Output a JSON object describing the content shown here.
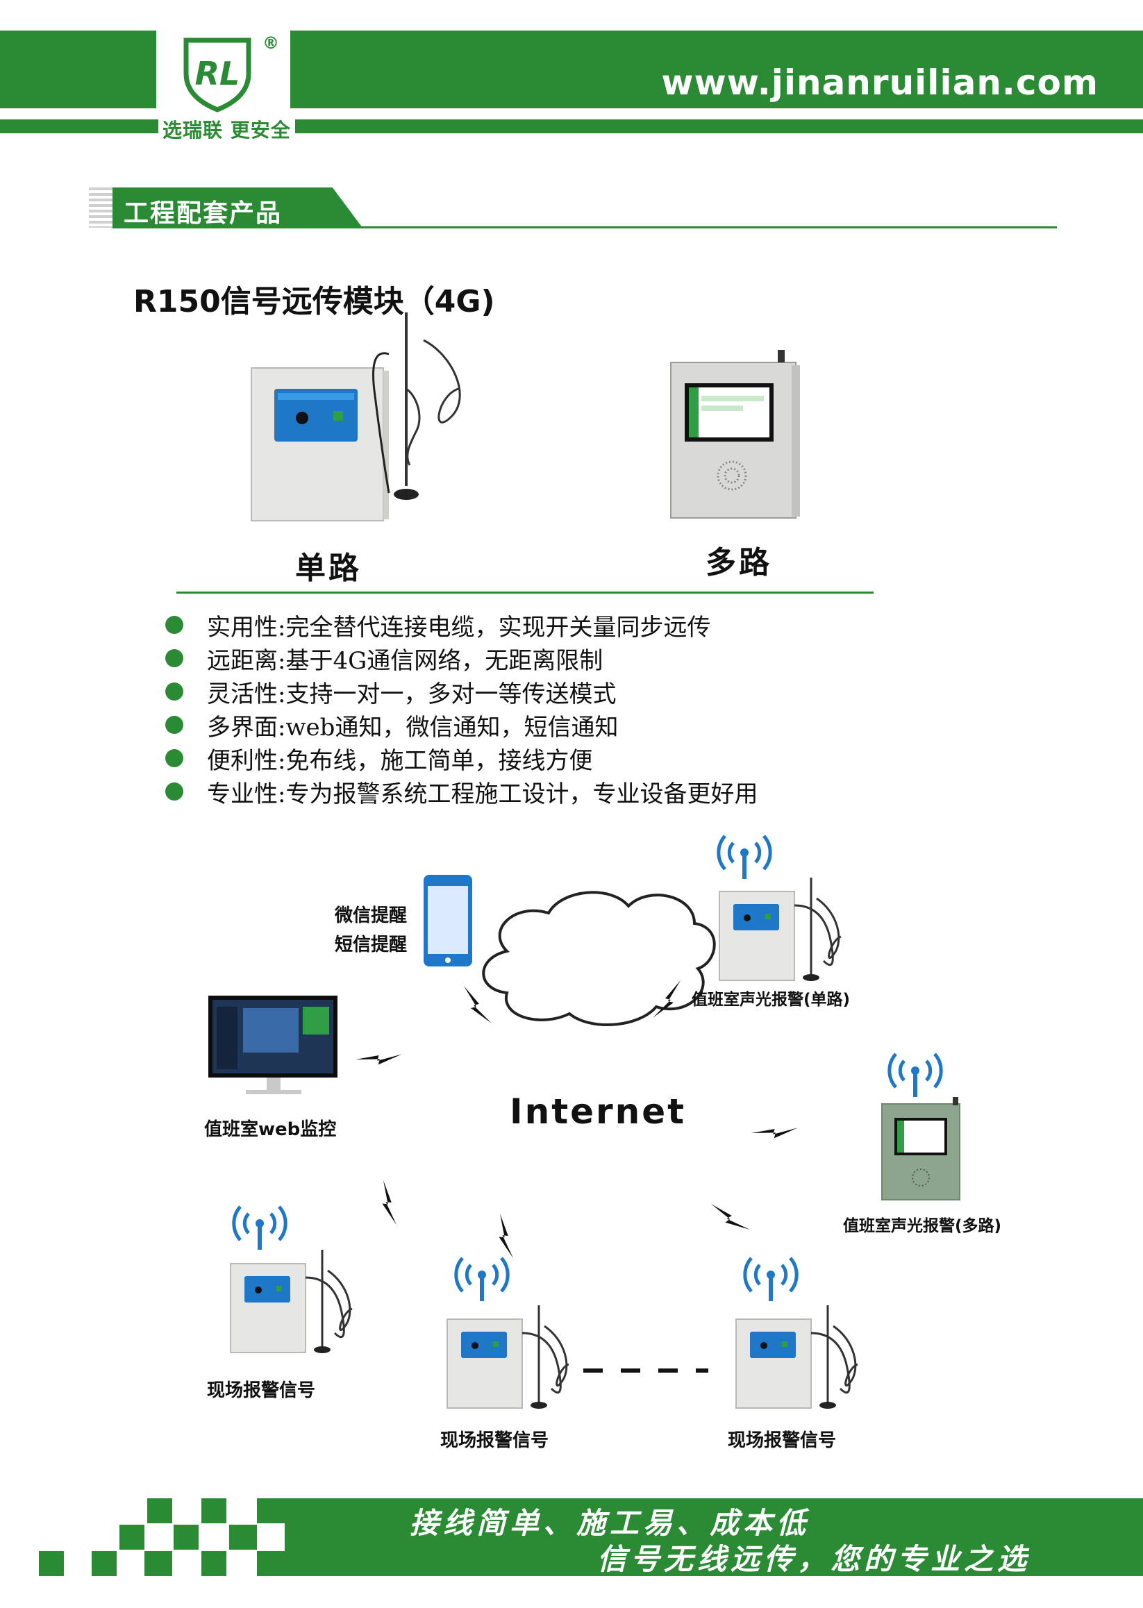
{
  "header": {
    "url": "www.jinanruilian.com",
    "tagline": "选瑞联 更安全",
    "logo_text": "RL",
    "logo_registered": "®"
  },
  "section": {
    "title": "工程配套产品"
  },
  "product": {
    "title": "R150信号远传模块（4G)",
    "variants": [
      "单路",
      "多路"
    ]
  },
  "features": [
    "实用性:完全替代连接电缆，实现开关量同步远传",
    "远距离:基于4G通信网络，无距离限制",
    "灵活性:支持一对一，多对一等传送模式",
    "多界面:web通知，微信通知，短信通知",
    "便利性:免布线，施工简单，接线方便",
    "专业性:专为报警系统工程施工设计，专业设备更好用"
  ],
  "diagram": {
    "center": "Internet",
    "phone_labels": [
      "微信提醒",
      "短信提醒"
    ],
    "monitor_label": "值班室web监控",
    "single_label": "值班室声光报警(单路)",
    "multi_label": "值班室声光报警(多路)",
    "field_label_1": "现场报警信号",
    "field_label_2": "现场报警信号",
    "field_label_3": "现场报警信号"
  },
  "footer": {
    "line1": "接线简单、施工易、成本低",
    "line2": "信号无线远传，您的专业之选"
  },
  "colors": {
    "brand_green": "#2b8a34",
    "cloud_outline": "#222222"
  }
}
